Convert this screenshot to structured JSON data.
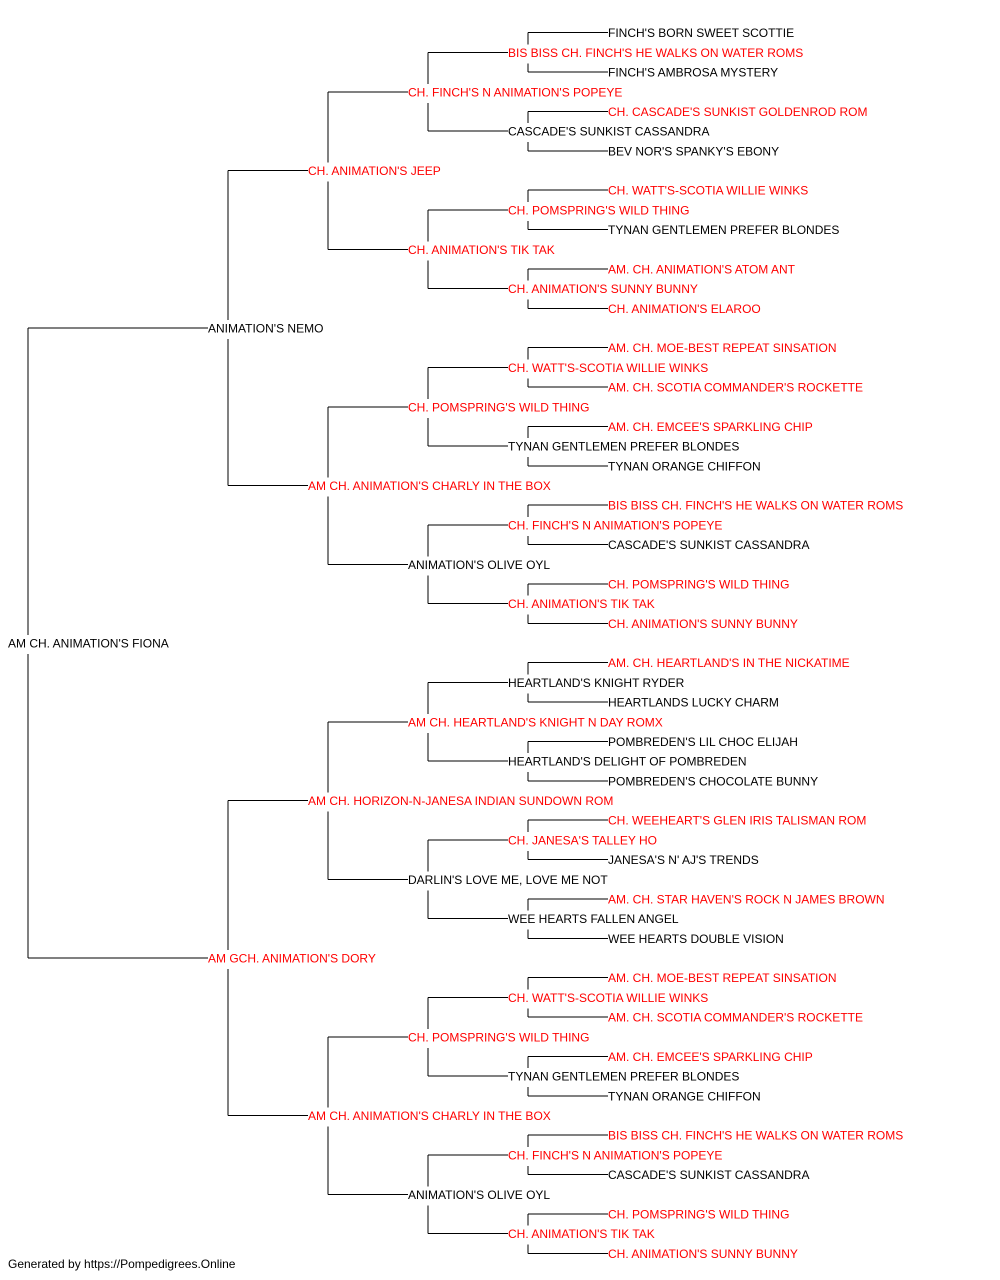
{
  "colors": {
    "champion": "#ff0000",
    "normal": "#000000",
    "line": "#000000"
  },
  "pedigree": {
    "name": "AM CH. ANIMATION'S FIONA",
    "champion": false,
    "sire": {
      "name": "ANIMATION'S NEMO",
      "champion": false,
      "sire": {
        "name": "CH. ANIMATION'S JEEP",
        "champion": true,
        "sire": {
          "name": "CH. FINCH'S N ANIMATION'S POPEYE",
          "champion": true,
          "sire": {
            "name": "BIS BISS CH. FINCH'S HE WALKS ON WATER ROMS",
            "champion": true,
            "sire": {
              "name": "FINCH'S BORN SWEET SCOTTIE",
              "champion": false
            },
            "dam": {
              "name": "FINCH'S AMBROSA MYSTERY",
              "champion": false
            }
          },
          "dam": {
            "name": "CASCADE'S SUNKIST CASSANDRA",
            "champion": false,
            "sire": {
              "name": "CH. CASCADE'S SUNKIST GOLDENROD ROM",
              "champion": true
            },
            "dam": {
              "name": "BEV NOR'S SPANKY'S EBONY",
              "champion": false
            }
          }
        },
        "dam": {
          "name": "CH. ANIMATION'S TIK TAK",
          "champion": true,
          "sire": {
            "name": "CH. POMSPRING'S WILD THING",
            "champion": true,
            "sire": {
              "name": "CH. WATT'S-SCOTIA WILLIE WINKS",
              "champion": true
            },
            "dam": {
              "name": "TYNAN GENTLEMEN PREFER BLONDES",
              "champion": false
            }
          },
          "dam": {
            "name": "CH. ANIMATION'S SUNNY BUNNY",
            "champion": true,
            "sire": {
              "name": "AM. CH. ANIMATION'S ATOM ANT",
              "champion": true
            },
            "dam": {
              "name": "CH. ANIMATION'S ELAROO",
              "champion": true
            }
          }
        }
      },
      "dam": {
        "name": "AM CH. ANIMATION'S CHARLY IN THE BOX",
        "champion": true,
        "sire": {
          "name": "CH. POMSPRING'S WILD THING",
          "champion": true,
          "sire": {
            "name": "CH. WATT'S-SCOTIA WILLIE WINKS",
            "champion": true,
            "sire": {
              "name": "AM. CH. MOE-BEST REPEAT SINSATION",
              "champion": true
            },
            "dam": {
              "name": "AM. CH. SCOTIA COMMANDER'S ROCKETTE",
              "champion": true
            }
          },
          "dam": {
            "name": "TYNAN GENTLEMEN PREFER BLONDES",
            "champion": false,
            "sire": {
              "name": "AM. CH. EMCEE'S SPARKLING CHIP",
              "champion": true
            },
            "dam": {
              "name": "TYNAN ORANGE CHIFFON",
              "champion": false
            }
          }
        },
        "dam": {
          "name": "ANIMATION'S OLIVE OYL",
          "champion": false,
          "sire": {
            "name": "CH. FINCH'S N ANIMATION'S POPEYE",
            "champion": true,
            "sire": {
              "name": "BIS BISS CH. FINCH'S HE WALKS ON WATER ROMS",
              "champion": true
            },
            "dam": {
              "name": "CASCADE'S SUNKIST CASSANDRA",
              "champion": false
            }
          },
          "dam": {
            "name": "CH. ANIMATION'S TIK TAK",
            "champion": true,
            "sire": {
              "name": "CH. POMSPRING'S WILD THING",
              "champion": true
            },
            "dam": {
              "name": "CH. ANIMATION'S SUNNY BUNNY",
              "champion": true
            }
          }
        }
      }
    },
    "dam": {
      "name": "AM GCH. ANIMATION'S DORY",
      "champion": true,
      "sire": {
        "name": "AM CH. HORIZON-N-JANESA INDIAN SUNDOWN ROM",
        "champion": true,
        "sire": {
          "name": "AM CH. HEARTLAND'S KNIGHT N DAY ROMX",
          "champion": true,
          "sire": {
            "name": "HEARTLAND'S KNIGHT RYDER",
            "champion": false,
            "sire": {
              "name": "AM. CH. HEARTLAND'S IN THE NICKATIME",
              "champion": true
            },
            "dam": {
              "name": "HEARTLANDS LUCKY CHARM",
              "champion": false
            }
          },
          "dam": {
            "name": "HEARTLAND'S DELIGHT OF POMBREDEN",
            "champion": false,
            "sire": {
              "name": "POMBREDEN'S LIL CHOC ELIJAH",
              "champion": false
            },
            "dam": {
              "name": "POMBREDEN'S CHOCOLATE BUNNY",
              "champion": false
            }
          }
        },
        "dam": {
          "name": "DARLIN'S LOVE ME, LOVE ME NOT",
          "champion": false,
          "sire": {
            "name": "CH. JANESA'S TALLEY HO",
            "champion": true,
            "sire": {
              "name": "CH. WEEHEART'S GLEN IRIS TALISMAN ROM",
              "champion": true
            },
            "dam": {
              "name": "JANESA'S N' AJ'S TRENDS",
              "champion": false
            }
          },
          "dam": {
            "name": "WEE HEARTS FALLEN ANGEL",
            "champion": false,
            "sire": {
              "name": "AM. CH. STAR HAVEN'S ROCK N JAMES BROWN",
              "champion": true
            },
            "dam": {
              "name": "WEE HEARTS DOUBLE VISION",
              "champion": false
            }
          }
        }
      },
      "dam": {
        "name": "AM CH. ANIMATION'S CHARLY IN THE BOX",
        "champion": true,
        "sire": {
          "name": "CH. POMSPRING'S WILD THING",
          "champion": true,
          "sire": {
            "name": "CH. WATT'S-SCOTIA WILLIE WINKS",
            "champion": true,
            "sire": {
              "name": "AM. CH. MOE-BEST REPEAT SINSATION",
              "champion": true
            },
            "dam": {
              "name": "AM. CH. SCOTIA COMMANDER'S ROCKETTE",
              "champion": true
            }
          },
          "dam": {
            "name": "TYNAN GENTLEMEN PREFER BLONDES",
            "champion": false,
            "sire": {
              "name": "AM. CH. EMCEE'S SPARKLING CHIP",
              "champion": true
            },
            "dam": {
              "name": "TYNAN ORANGE CHIFFON",
              "champion": false
            }
          }
        },
        "dam": {
          "name": "ANIMATION'S OLIVE OYL",
          "champion": false,
          "sire": {
            "name": "CH. FINCH'S N ANIMATION'S POPEYE",
            "champion": true,
            "sire": {
              "name": "BIS BISS CH. FINCH'S HE WALKS ON WATER ROMS",
              "champion": true
            },
            "dam": {
              "name": "CASCADE'S SUNKIST CASSANDRA",
              "champion": false
            }
          },
          "dam": {
            "name": "CH. ANIMATION'S TIK TAK",
            "champion": true,
            "sire": {
              "name": "CH. POMSPRING'S WILD THING",
              "champion": true
            },
            "dam": {
              "name": "CH. ANIMATION'S SUNNY BUNNY",
              "champion": true
            }
          }
        }
      }
    }
  },
  "footer": "Generated by https://Pompedigrees.Online"
}
